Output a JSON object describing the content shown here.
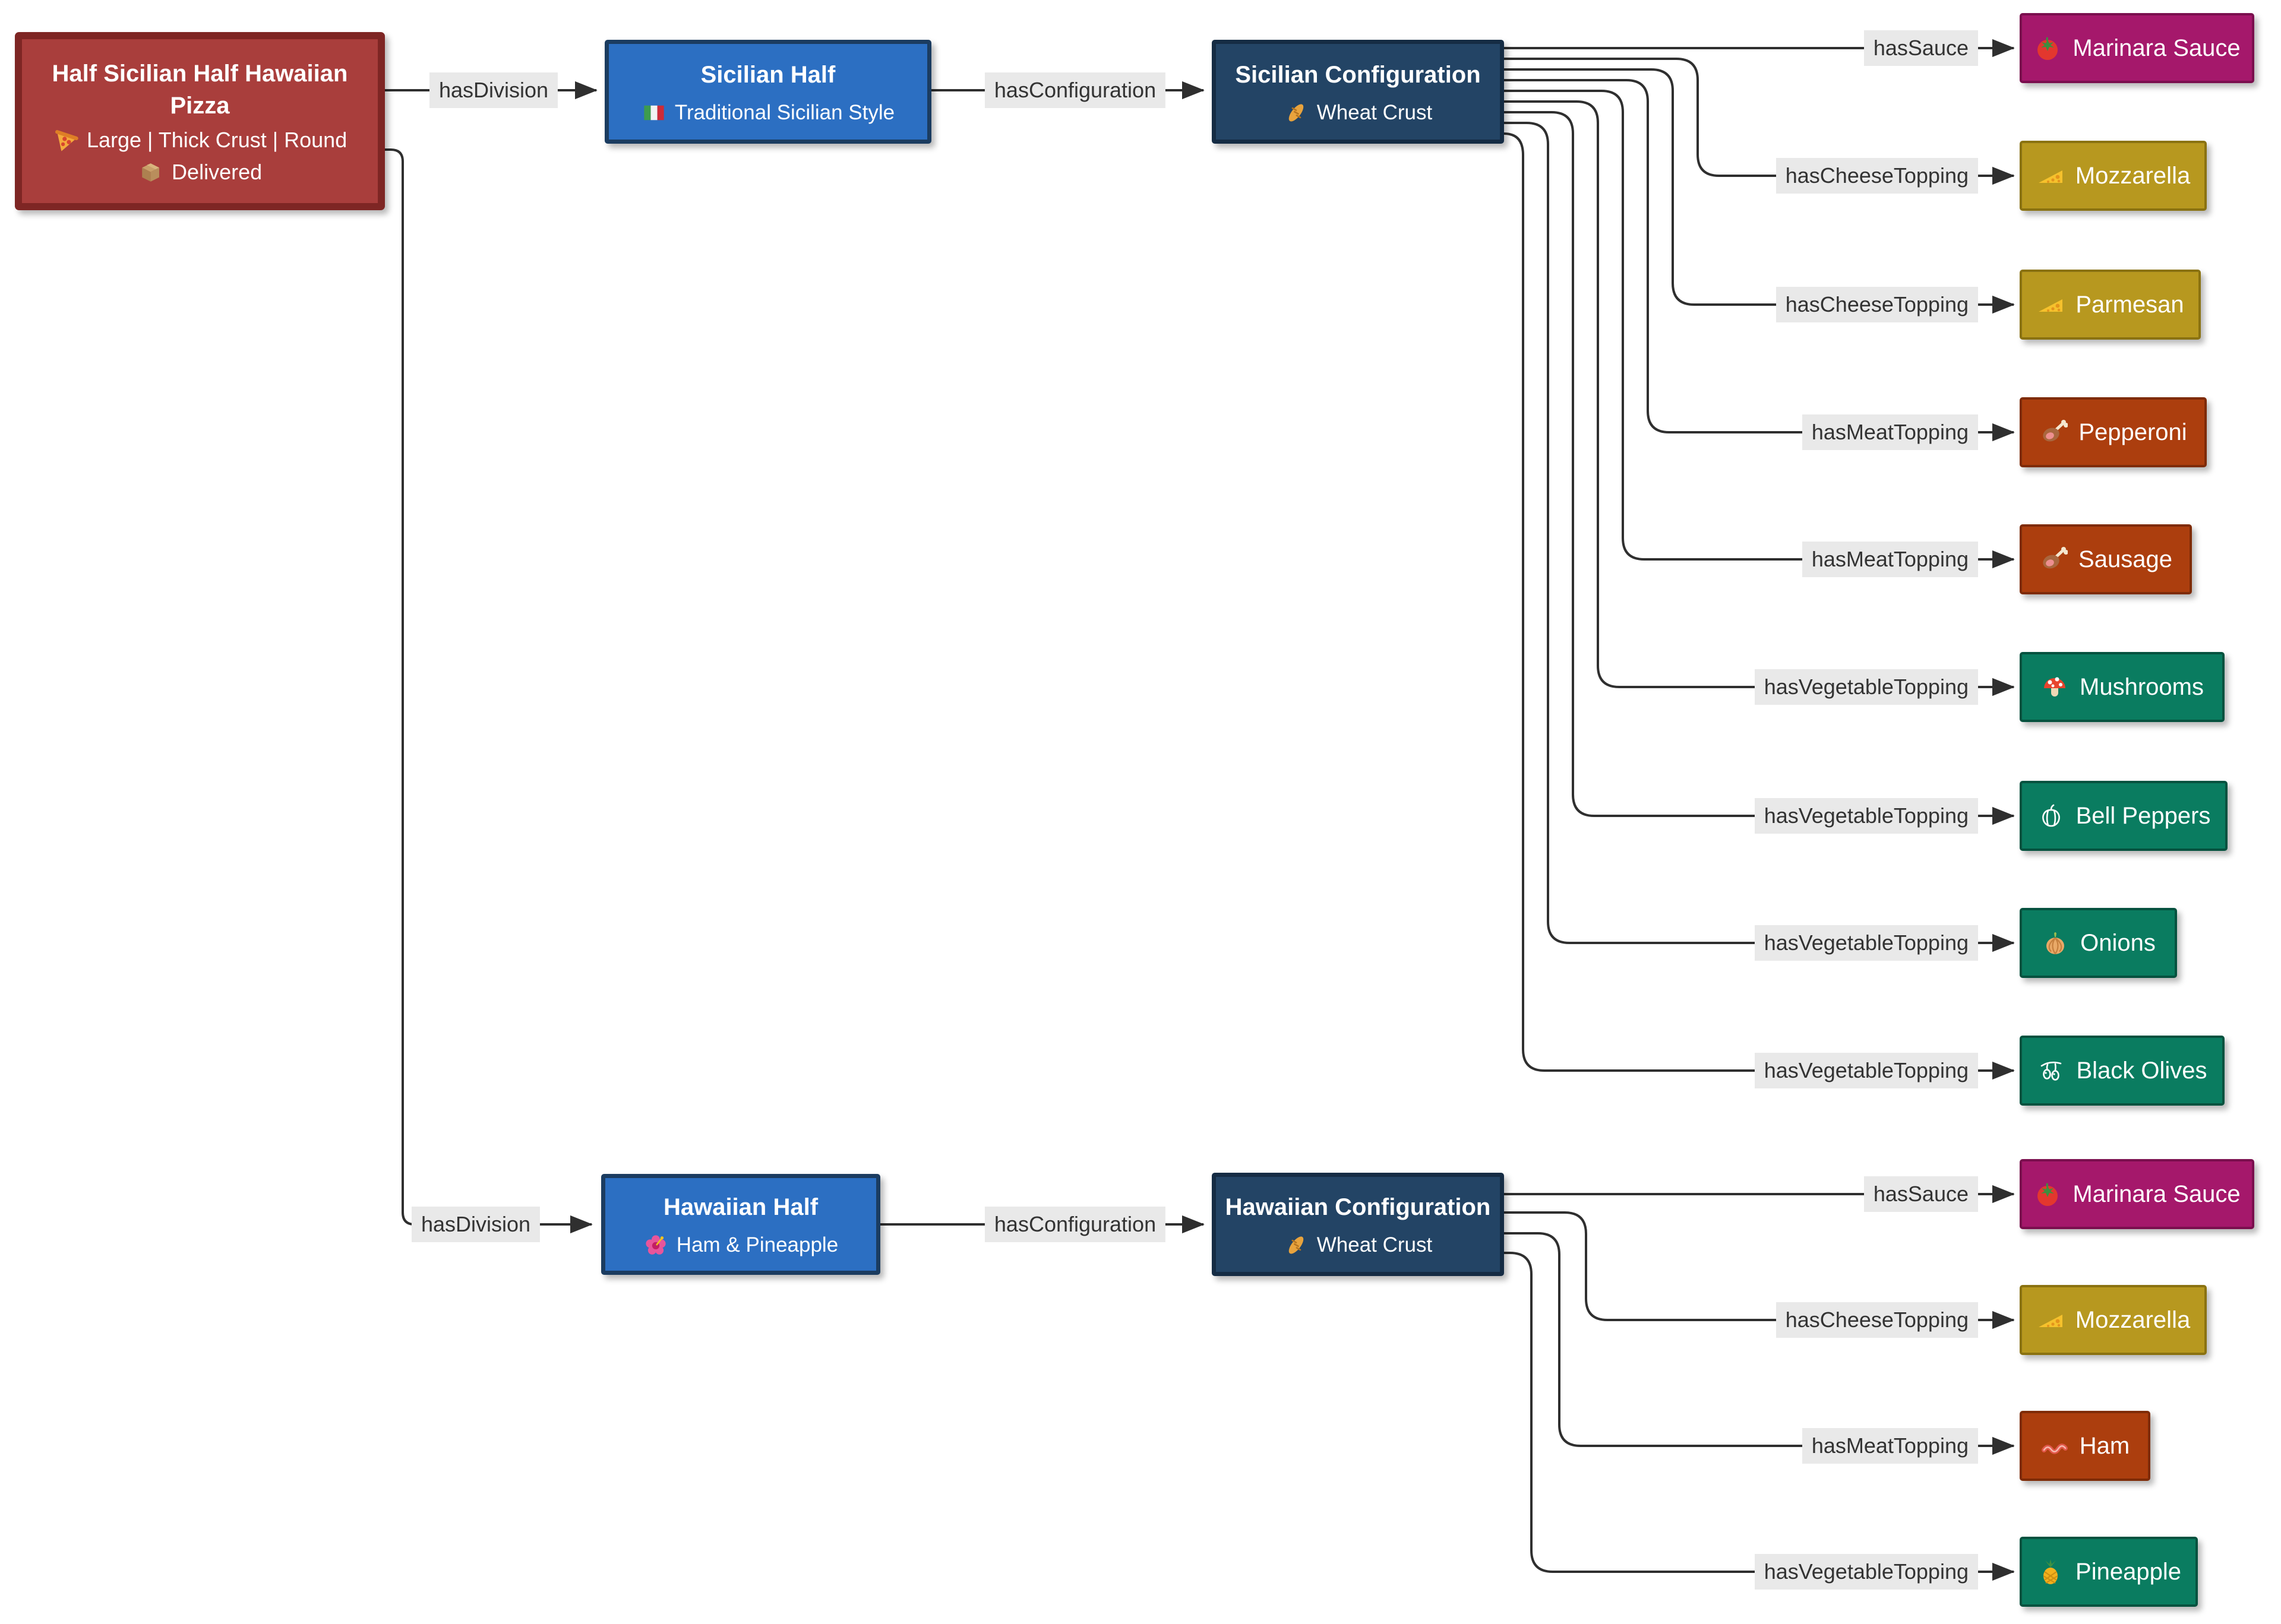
{
  "colors": {
    "background": "#ffffff",
    "root_fill": "#a93e3c",
    "root_border": "#7e2624",
    "half_fill": "#2c6fc2",
    "half_border": "#1b3c60",
    "config_fill": "#234465",
    "config_border": "#152c44",
    "sauce_fill": "#a5186b",
    "cheese_fill": "#b7981f",
    "meat_fill": "#ac3e0e",
    "vegetable_fill": "#0a7c60",
    "edge_line": "#2f2f2f",
    "edge_label_bg": "#e9e9e9",
    "edge_label_text": "#333333"
  },
  "nodes": {
    "root": {
      "title": "Half Sicilian Half Hawaiian Pizza",
      "size_line": {
        "icon": "pizza-slice-icon",
        "text": "Large | Thick Crust | Round"
      },
      "status_line": {
        "icon": "package-icon",
        "text": "Delivered"
      }
    },
    "sicilian_half": {
      "title": "Sicilian Half",
      "subtitle": {
        "icon": "italy-flag-icon",
        "text": "Traditional Sicilian Style"
      }
    },
    "hawaiian_half": {
      "title": "Hawaiian Half",
      "subtitle": {
        "icon": "hibiscus-icon",
        "text": "Ham & Pineapple"
      }
    },
    "sicilian_config": {
      "title": "Sicilian Configuration",
      "subtitle": {
        "icon": "baguette-icon",
        "text": "Wheat Crust"
      }
    },
    "hawaiian_config": {
      "title": "Hawaiian Configuration",
      "subtitle": {
        "icon": "baguette-icon",
        "text": "Wheat Crust"
      }
    },
    "toppings_sicilian": [
      {
        "label": "Marinara Sauce",
        "icon": "tomato-icon",
        "category": "sauce"
      },
      {
        "label": "Mozzarella",
        "icon": "cheese-icon",
        "category": "cheese"
      },
      {
        "label": "Parmesan",
        "icon": "cheese-icon",
        "category": "cheese"
      },
      {
        "label": "Pepperoni",
        "icon": "meat-on-bone-icon",
        "category": "meat"
      },
      {
        "label": "Sausage",
        "icon": "meat-on-bone-icon",
        "category": "meat"
      },
      {
        "label": "Mushrooms",
        "icon": "mushroom-icon",
        "category": "vegetable"
      },
      {
        "label": "Bell Peppers",
        "icon": "bell-pepper-icon",
        "category": "vegetable"
      },
      {
        "label": "Onions",
        "icon": "onion-icon",
        "category": "vegetable"
      },
      {
        "label": "Black Olives",
        "icon": "olive-icon",
        "category": "vegetable"
      }
    ],
    "toppings_hawaiian": [
      {
        "label": "Marinara Sauce",
        "icon": "tomato-icon",
        "category": "sauce"
      },
      {
        "label": "Mozzarella",
        "icon": "cheese-icon",
        "category": "cheese"
      },
      {
        "label": "Ham",
        "icon": "bacon-icon",
        "category": "meat"
      },
      {
        "label": "Pineapple",
        "icon": "pineapple-icon",
        "category": "vegetable"
      }
    ]
  },
  "edges": [
    {
      "from": "root",
      "to": "sicilian_half",
      "label": "hasDivision"
    },
    {
      "from": "root",
      "to": "hawaiian_half",
      "label": "hasDivision"
    },
    {
      "from": "sicilian_half",
      "to": "sicilian_config",
      "label": "hasConfiguration"
    },
    {
      "from": "hawaiian_half",
      "to": "hawaiian_config",
      "label": "hasConfiguration"
    },
    {
      "from": "sicilian_config",
      "to": "marinara_sauce_sicilian",
      "label": "hasSauce"
    },
    {
      "from": "sicilian_config",
      "to": "mozzarella_sicilian",
      "label": "hasCheeseTopping"
    },
    {
      "from": "sicilian_config",
      "to": "parmesan",
      "label": "hasCheeseTopping"
    },
    {
      "from": "sicilian_config",
      "to": "pepperoni",
      "label": "hasMeatTopping"
    },
    {
      "from": "sicilian_config",
      "to": "sausage",
      "label": "hasMeatTopping"
    },
    {
      "from": "sicilian_config",
      "to": "mushrooms",
      "label": "hasVegetableTopping"
    },
    {
      "from": "sicilian_config",
      "to": "bell_peppers",
      "label": "hasVegetableTopping"
    },
    {
      "from": "sicilian_config",
      "to": "onions",
      "label": "hasVegetableTopping"
    },
    {
      "from": "sicilian_config",
      "to": "black_olives",
      "label": "hasVegetableTopping"
    },
    {
      "from": "hawaiian_config",
      "to": "marinara_sauce_hawaiian",
      "label": "hasSauce"
    },
    {
      "from": "hawaiian_config",
      "to": "mozzarella_hawaiian",
      "label": "hasCheeseTopping"
    },
    {
      "from": "hawaiian_config",
      "to": "ham",
      "label": "hasMeatTopping"
    },
    {
      "from": "hawaiian_config",
      "to": "pineapple",
      "label": "hasVegetableTopping"
    }
  ]
}
